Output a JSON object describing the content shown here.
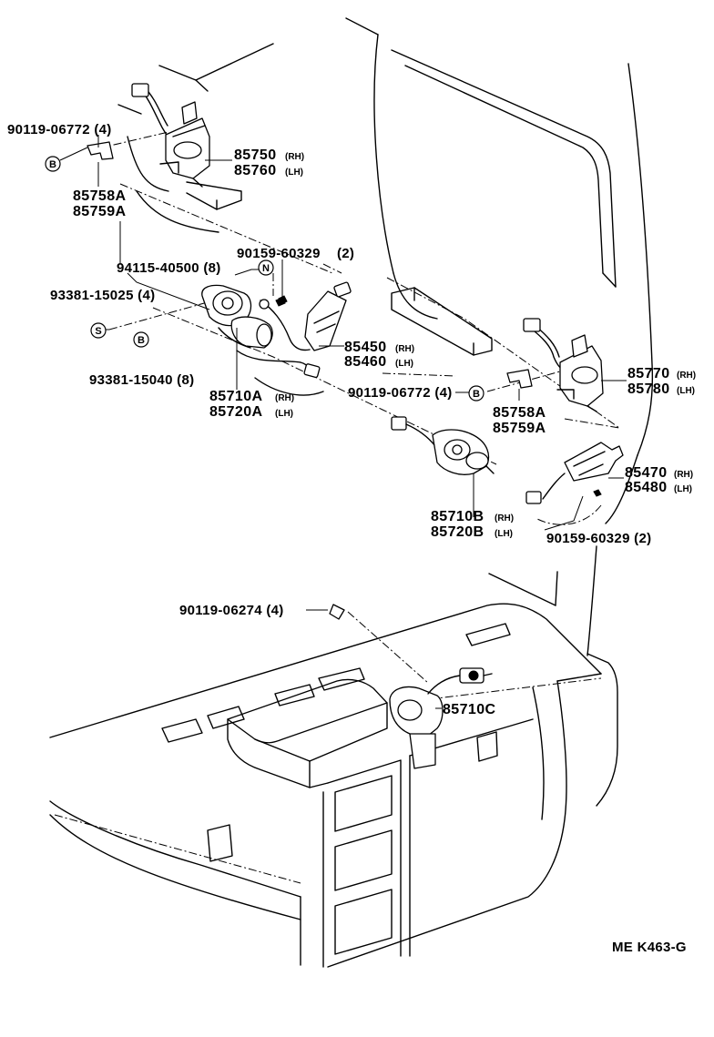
{
  "diagram": {
    "code": "ME K463-G",
    "symbols": {
      "bolt_b": "B",
      "nut_n": "N",
      "screw_s": "S"
    },
    "labels": {
      "bolt_90119_06772_top": "90119-06772 (4)",
      "part_85750": "85750",
      "part_85760": "85760",
      "bracket_85758A_top": "85758A",
      "bracket_85759A_top": "85759A",
      "nut_90159_60329_top": "90159-60329",
      "nut_90159_60329_top_qty": "(2)",
      "nut_94115_40500": "94115-40500 (8)",
      "screw_93381_15025": "93381-15025 (4)",
      "screw_93381_15040": "93381-15040 (8)",
      "part_85450": "85450",
      "part_85460": "85460",
      "part_85710A": "85710A",
      "part_85720A": "85720A",
      "bolt_90119_06772_mid": "90119-06772 (4)",
      "part_85770": "85770",
      "part_85780": "85780",
      "bracket_85758A_mid": "85758A",
      "bracket_85759A_mid": "85759A",
      "part_85470": "85470",
      "part_85480": "85480",
      "part_85710B": "85710B",
      "part_85720B": "85720B",
      "nut_90159_60329_mid": "90159-60329 (2)",
      "bolt_90119_06274": "90119-06274 (4)",
      "part_85710C": "85710C",
      "side_rh": "(RH)",
      "side_lh": "(LH)"
    }
  }
}
